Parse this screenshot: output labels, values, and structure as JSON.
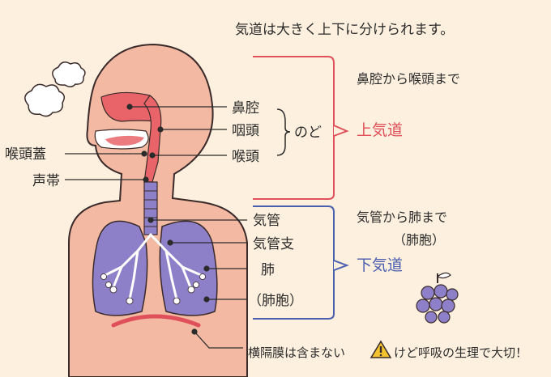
{
  "title": "気道は大きく上下に分けられます。",
  "labels": {
    "nasal_cavity": "鼻腔",
    "pharynx": "咽頭",
    "larynx": "喉頭",
    "throat": "のど",
    "epiglottis": "喉頭蓋",
    "vocal_cords": "声帯",
    "trachea": "気管",
    "bronchi": "気管支",
    "lung": "肺",
    "alveoli": "（肺胞）"
  },
  "upper": {
    "range": "鼻腔から喉頭まで",
    "name": "上気道"
  },
  "lower": {
    "range": "気管から肺まで",
    "sub": "（肺胞）",
    "name": "下気道"
  },
  "footer": {
    "before": "横隔膜は含まない",
    "after": "けど呼吸の生理で大切！"
  },
  "colors": {
    "upper": "#e0505a",
    "lower": "#4a5fb0",
    "lung": "#8e80c8",
    "skin": "#f3b9a2",
    "airway": "#e86468"
  }
}
